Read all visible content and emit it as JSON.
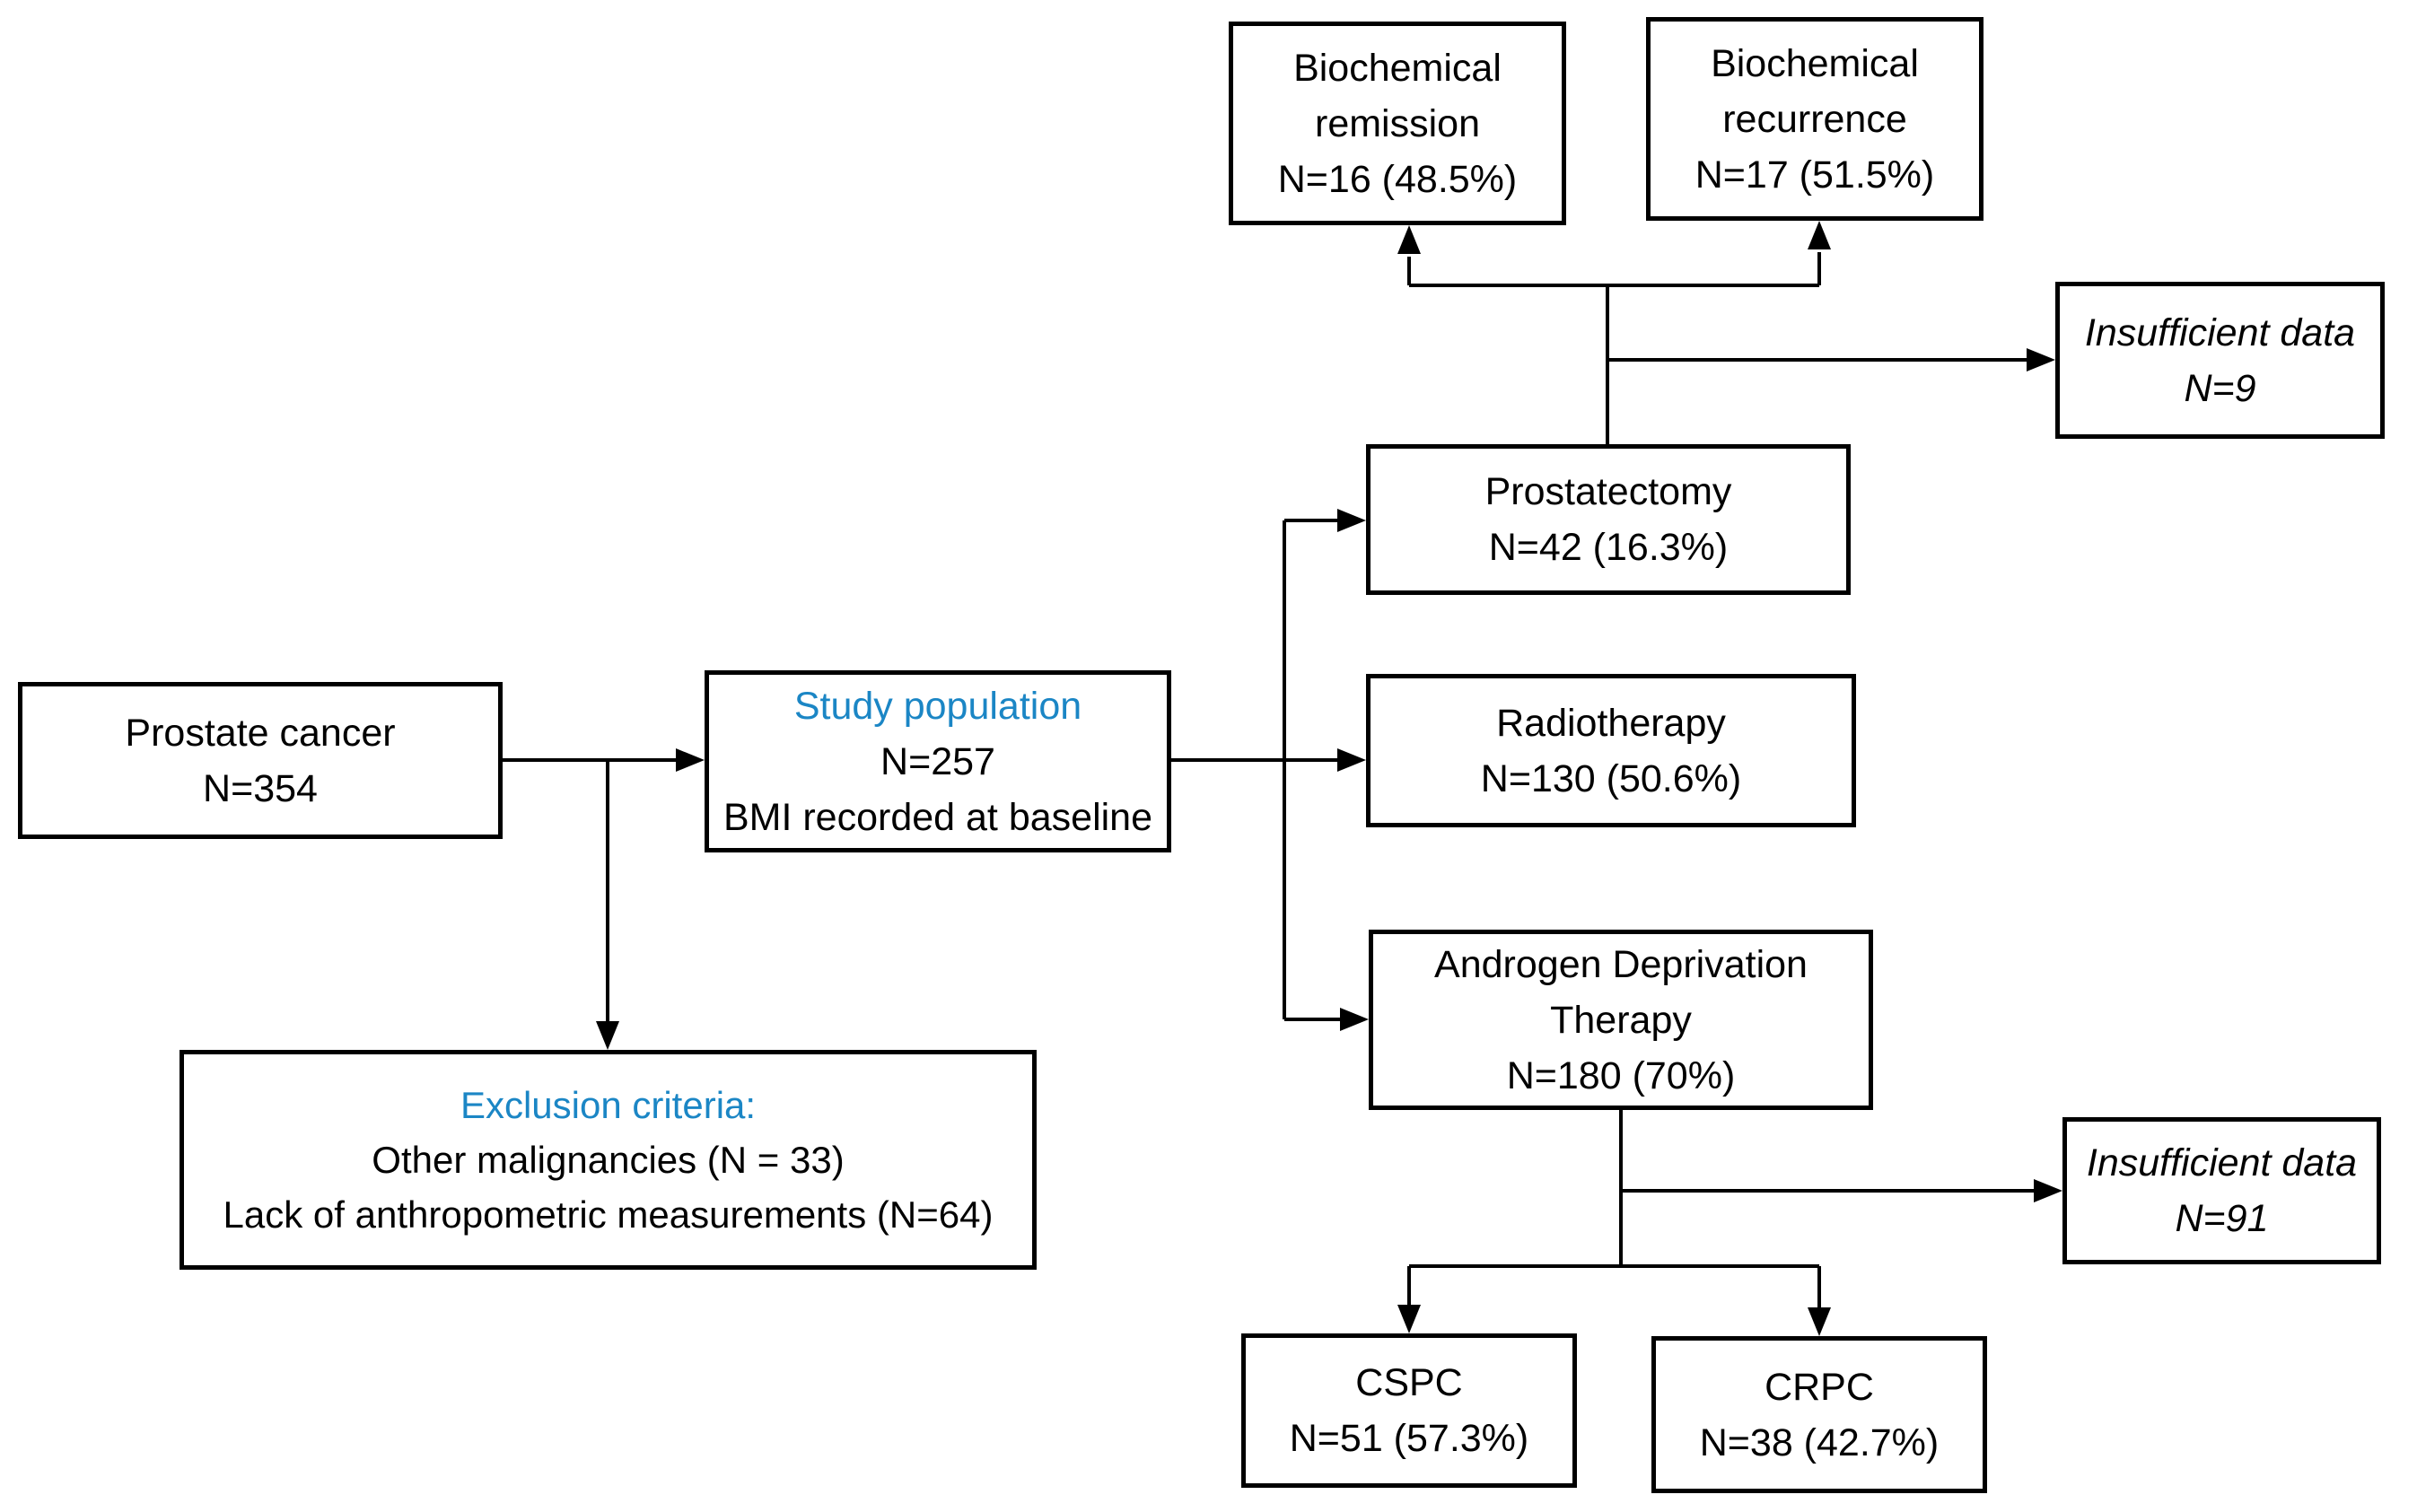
{
  "diagram": {
    "type": "flowchart",
    "background_color": "#FFFFFF",
    "line_color": "#000000",
    "accent_blue": "#1B86C5"
  },
  "nodes": {
    "prostate_cancer": {
      "lines": [
        "Prostate cancer",
        "N=354"
      ]
    },
    "study_population": {
      "lines": [
        "Study population",
        "N=257",
        "BMI recorded at baseline"
      ]
    },
    "exclusion_criteria": {
      "lines": [
        "Exclusion criteria:",
        "Other malignancies (N = 33)",
        "Lack of anthropometric measurements (N=64)"
      ]
    },
    "prostatectomy": {
      "lines": [
        "Prostatectomy",
        "N=42 (16.3%)"
      ]
    },
    "radiotherapy": {
      "lines": [
        "Radiotherapy",
        "N=130 (50.6%)"
      ]
    },
    "androgen_deprivation_therapy": {
      "lines": [
        "Androgen Deprivation",
        "Therapy",
        "N=180 (70%)"
      ]
    },
    "biochemical_remission": {
      "lines": [
        "Biochemical",
        "remission",
        "N=16 (48.5%)"
      ]
    },
    "biochemical_recurrence": {
      "lines": [
        "Biochemical",
        "recurrence",
        "N=17 (51.5%)"
      ]
    },
    "insufficient_data_top": {
      "lines": [
        "Insufficient data",
        "N=9"
      ]
    },
    "insufficient_data_bottom": {
      "lines": [
        "Insufficient data",
        "N=91"
      ]
    },
    "cspc": {
      "lines": [
        "CSPC",
        "N=51 (57.3%)"
      ]
    },
    "crpc": {
      "lines": [
        "CRPC",
        "N=38 (42.7%)"
      ]
    }
  },
  "edges": [
    {
      "from": "prostate_cancer",
      "to": "study_population"
    },
    {
      "from": "prostate_cancer",
      "to": "exclusion_criteria"
    },
    {
      "from": "study_population",
      "to": "prostatectomy"
    },
    {
      "from": "study_population",
      "to": "radiotherapy"
    },
    {
      "from": "study_population",
      "to": "androgen_deprivation_therapy"
    },
    {
      "from": "prostatectomy",
      "to": "biochemical_remission"
    },
    {
      "from": "prostatectomy",
      "to": "biochemical_recurrence"
    },
    {
      "from": "prostatectomy",
      "to": "insufficient_data_top"
    },
    {
      "from": "androgen_deprivation_therapy",
      "to": "insufficient_data_bottom"
    },
    {
      "from": "androgen_deprivation_therapy",
      "to": "cspc"
    },
    {
      "from": "androgen_deprivation_therapy",
      "to": "crpc"
    }
  ]
}
